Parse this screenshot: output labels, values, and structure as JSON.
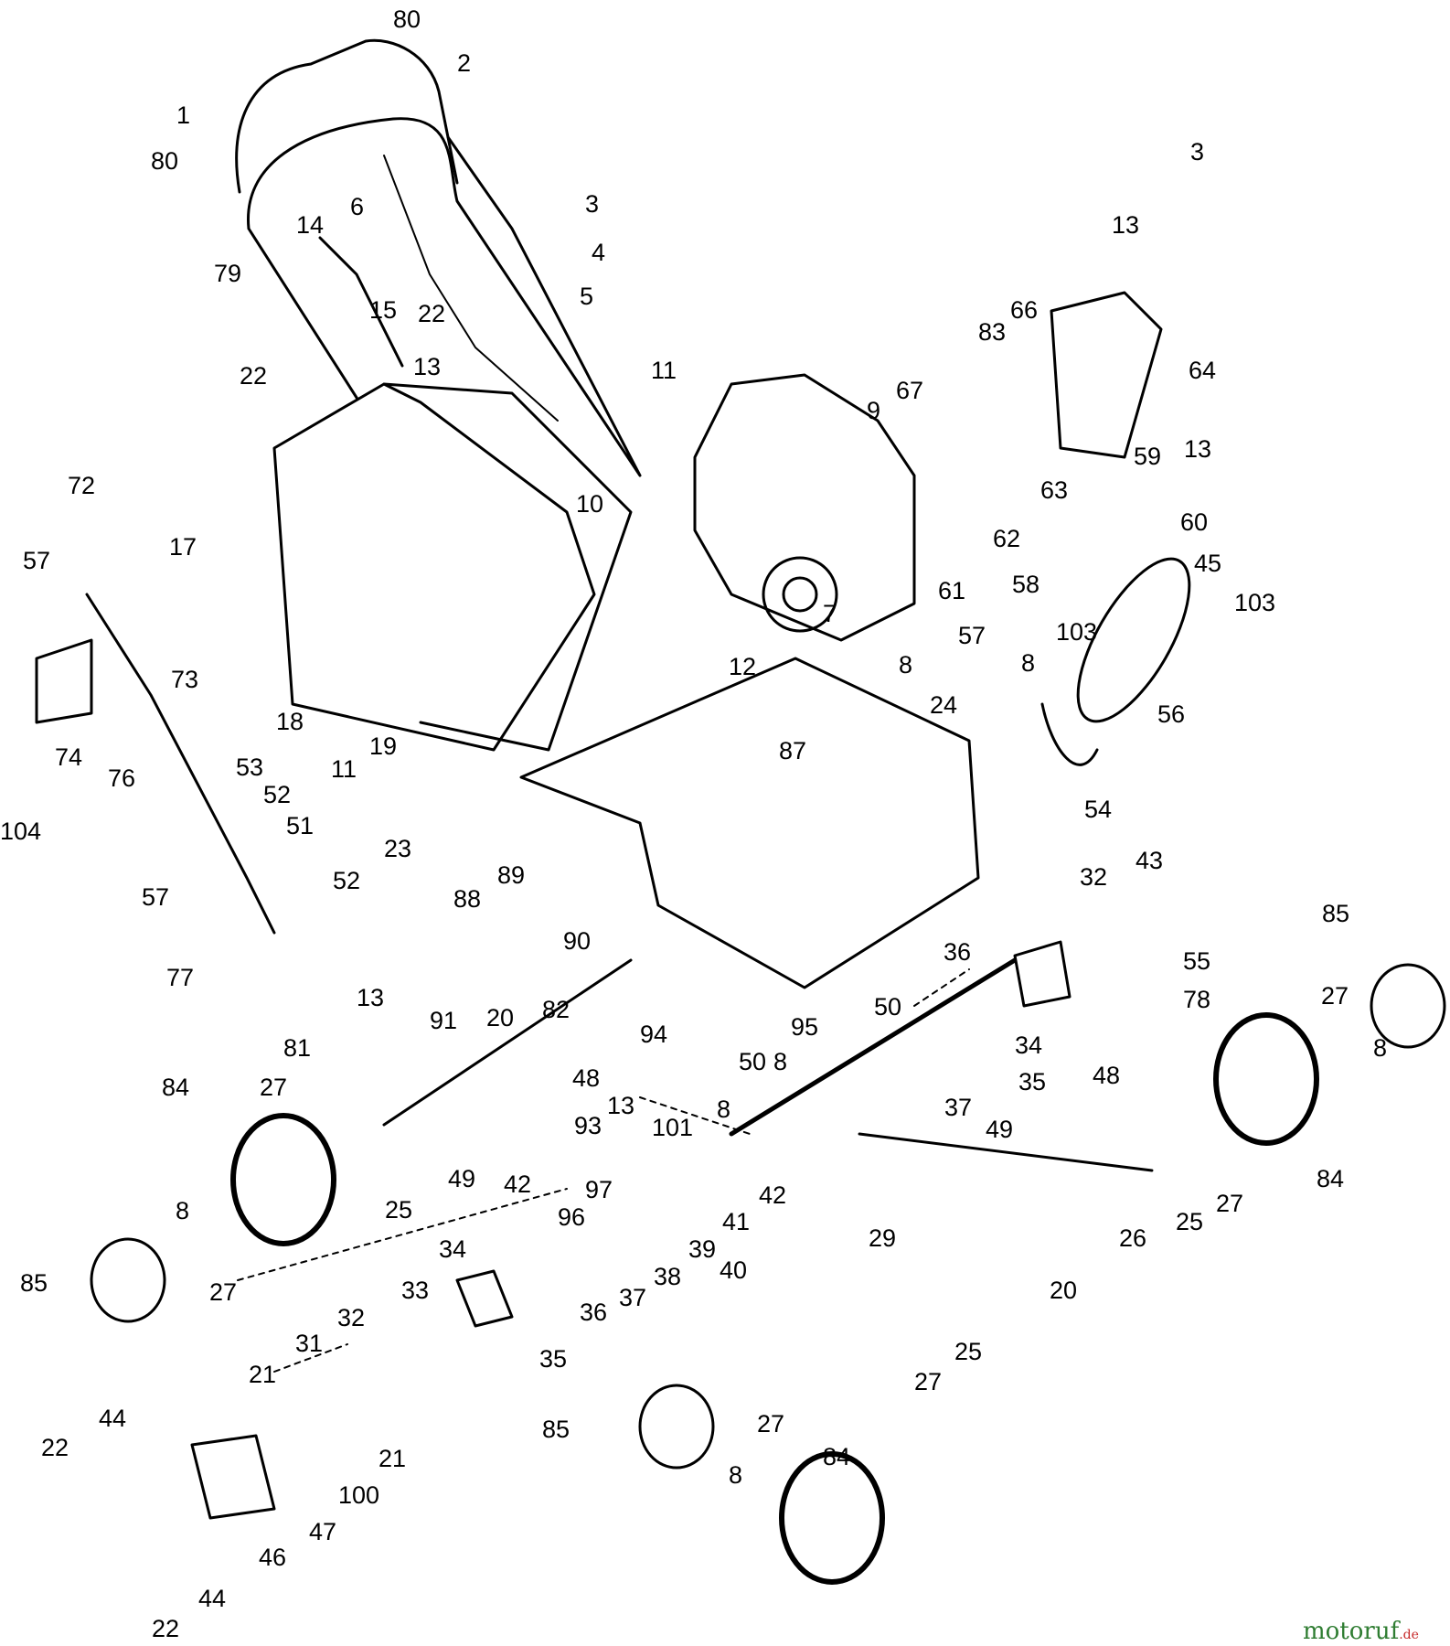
{
  "labels": [
    {
      "id": "l80a",
      "text": "80"
    },
    {
      "id": "l2",
      "text": "2"
    },
    {
      "id": "l1",
      "text": "1"
    },
    {
      "id": "l80b",
      "text": "80"
    },
    {
      "id": "l6",
      "text": "6"
    },
    {
      "id": "l3a",
      "text": "3"
    },
    {
      "id": "l4",
      "text": "4"
    },
    {
      "id": "l14",
      "text": "14"
    },
    {
      "id": "l79",
      "text": "79"
    },
    {
      "id": "l15",
      "text": "15"
    },
    {
      "id": "l22a",
      "text": "22"
    },
    {
      "id": "l22b",
      "text": "22"
    },
    {
      "id": "l13a",
      "text": "13"
    },
    {
      "id": "l5",
      "text": "5"
    },
    {
      "id": "l11a",
      "text": "11"
    },
    {
      "id": "l3b",
      "text": "3"
    },
    {
      "id": "l13b",
      "text": "13"
    },
    {
      "id": "l66",
      "text": "66"
    },
    {
      "id": "l83",
      "text": "83"
    },
    {
      "id": "l64",
      "text": "64"
    },
    {
      "id": "l67",
      "text": "67"
    },
    {
      "id": "l9",
      "text": "9"
    },
    {
      "id": "l13c",
      "text": "13"
    },
    {
      "id": "l63",
      "text": "63"
    },
    {
      "id": "l59",
      "text": "59"
    },
    {
      "id": "l60",
      "text": "60"
    },
    {
      "id": "l10",
      "text": "10"
    },
    {
      "id": "l62",
      "text": "62"
    },
    {
      "id": "l45",
      "text": "45"
    },
    {
      "id": "l61",
      "text": "61"
    },
    {
      "id": "l58",
      "text": "58"
    },
    {
      "id": "l103a",
      "text": "103"
    },
    {
      "id": "l103b",
      "text": "103"
    },
    {
      "id": "l7",
      "text": "7"
    },
    {
      "id": "l57a",
      "text": "57"
    },
    {
      "id": "l8a",
      "text": "8"
    },
    {
      "id": "l8b",
      "text": "8"
    },
    {
      "id": "l56",
      "text": "56"
    },
    {
      "id": "l72",
      "text": "72"
    },
    {
      "id": "l17",
      "text": "17"
    },
    {
      "id": "l57b",
      "text": "57"
    },
    {
      "id": "l73",
      "text": "73"
    },
    {
      "id": "l12",
      "text": "12"
    },
    {
      "id": "l24",
      "text": "24"
    },
    {
      "id": "l18",
      "text": "18"
    },
    {
      "id": "l74",
      "text": "74"
    },
    {
      "id": "l87",
      "text": "87"
    },
    {
      "id": "l11b",
      "text": "11"
    },
    {
      "id": "l19",
      "text": "19"
    },
    {
      "id": "l76",
      "text": "76"
    },
    {
      "id": "l53",
      "text": "53"
    },
    {
      "id": "l54",
      "text": "54"
    },
    {
      "id": "l104",
      "text": "104"
    },
    {
      "id": "l52a",
      "text": "52"
    },
    {
      "id": "l51",
      "text": "51"
    },
    {
      "id": "l23",
      "text": "23"
    },
    {
      "id": "l52b",
      "text": "52"
    },
    {
      "id": "l43",
      "text": "43"
    },
    {
      "id": "l89",
      "text": "89"
    },
    {
      "id": "l32a",
      "text": "32"
    },
    {
      "id": "l57c",
      "text": "57"
    },
    {
      "id": "l88",
      "text": "88"
    },
    {
      "id": "l85a",
      "text": "85"
    },
    {
      "id": "l90",
      "text": "90"
    },
    {
      "id": "l55",
      "text": "55"
    },
    {
      "id": "l36a",
      "text": "36"
    },
    {
      "id": "l77",
      "text": "77"
    },
    {
      "id": "l78",
      "text": "78"
    },
    {
      "id": "l27a",
      "text": "27"
    },
    {
      "id": "l13d",
      "text": "13"
    },
    {
      "id": "l50a",
      "text": "50"
    },
    {
      "id": "l91",
      "text": "91"
    },
    {
      "id": "l20a",
      "text": "20"
    },
    {
      "id": "l82",
      "text": "82"
    },
    {
      "id": "l94",
      "text": "94"
    },
    {
      "id": "l95",
      "text": "95"
    },
    {
      "id": "l81",
      "text": "81"
    },
    {
      "id": "l34a",
      "text": "34"
    },
    {
      "id": "l8c",
      "text": "8"
    },
    {
      "id": "l50b",
      "text": "50"
    },
    {
      "id": "l8d",
      "text": "8"
    },
    {
      "id": "l48a",
      "text": "48"
    },
    {
      "id": "l35a",
      "text": "35"
    },
    {
      "id": "l48b",
      "text": "48"
    },
    {
      "id": "l84a",
      "text": "84"
    },
    {
      "id": "l27b",
      "text": "27"
    },
    {
      "id": "l8e",
      "text": "8"
    },
    {
      "id": "l37a",
      "text": "37"
    },
    {
      "id": "l13e",
      "text": "13"
    },
    {
      "id": "l101",
      "text": "101"
    },
    {
      "id": "l93",
      "text": "93"
    },
    {
      "id": "l49a",
      "text": "49"
    },
    {
      "id": "l84b",
      "text": "84"
    },
    {
      "id": "l49b",
      "text": "49"
    },
    {
      "id": "l42a",
      "text": "42"
    },
    {
      "id": "l97",
      "text": "97"
    },
    {
      "id": "l25a",
      "text": "25"
    },
    {
      "id": "l42b",
      "text": "42"
    },
    {
      "id": "l41",
      "text": "41"
    },
    {
      "id": "l27c",
      "text": "27"
    },
    {
      "id": "l25b",
      "text": "25"
    },
    {
      "id": "l8f",
      "text": "8"
    },
    {
      "id": "l96",
      "text": "96"
    },
    {
      "id": "l29",
      "text": "29"
    },
    {
      "id": "l26",
      "text": "26"
    },
    {
      "id": "l39",
      "text": "39"
    },
    {
      "id": "l34b",
      "text": "34"
    },
    {
      "id": "l38",
      "text": "38"
    },
    {
      "id": "l40",
      "text": "40"
    },
    {
      "id": "l85b",
      "text": "85"
    },
    {
      "id": "l27d",
      "text": "27"
    },
    {
      "id": "l36b",
      "text": "36"
    },
    {
      "id": "l37b",
      "text": "37"
    },
    {
      "id": "l20b",
      "text": "20"
    },
    {
      "id": "l33",
      "text": "33"
    },
    {
      "id": "l32b",
      "text": "32"
    },
    {
      "id": "l31",
      "text": "31"
    },
    {
      "id": "l25c",
      "text": "25"
    },
    {
      "id": "l35b",
      "text": "35"
    },
    {
      "id": "l21a",
      "text": "21"
    },
    {
      "id": "l27e",
      "text": "27"
    },
    {
      "id": "l44a",
      "text": "44"
    },
    {
      "id": "l85c",
      "text": "85"
    },
    {
      "id": "l27f",
      "text": "27"
    },
    {
      "id": "l21b",
      "text": "21"
    },
    {
      "id": "l84c",
      "text": "84"
    },
    {
      "id": "l22c",
      "text": "22"
    },
    {
      "id": "l100",
      "text": "100"
    },
    {
      "id": "l8g",
      "text": "8"
    },
    {
      "id": "l47",
      "text": "47"
    },
    {
      "id": "l46",
      "text": "46"
    },
    {
      "id": "l44b",
      "text": "44"
    },
    {
      "id": "l22d",
      "text": "22"
    }
  ],
  "watermark": {
    "brand": "motoruf",
    "suffix": ".de"
  },
  "colors": {
    "ink": "#000000",
    "brand_green": "#2f7d32",
    "brand_red": "#c62828"
  }
}
